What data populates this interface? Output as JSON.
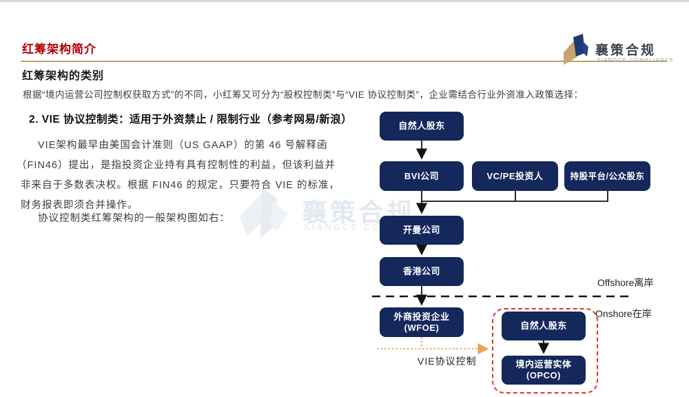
{
  "header": {
    "title": "红筹架构简介",
    "subtitle": "红筹架构的类别",
    "intro": "根据“境内运营公司控制权获取方式”的不同，小红筹又可分为“股权控制类”与“VIE 协议控制类”，企业需结合行业外资准入政策选择："
  },
  "logo": {
    "name": "襄策合规",
    "tagline": "XIANGCE COMPLIANCE"
  },
  "watermark": {
    "name": "襄策合规",
    "tagline": "XIANGCE COMPLIA"
  },
  "section": {
    "heading": "2. VIE 协议控制类：适用于外资禁止 / 限制行业（参考网易/新浪）",
    "lines": [
      "VIE架构最早由美国会计准则（US GAAP）的第 46 号解释函",
      "（FIN46）提出，是指投资企业持有具有控制性的利益，但该利益并",
      "非来自于多数表决权。根据 FIN46 的规定，只要符合 VIE 的标准，",
      "财务报表即须合并操作。",
      "协议控制类红筹架构的一般架构图如右："
    ]
  },
  "diagram": {
    "nodes": [
      {
        "id": "natural-person-shareholder-top",
        "label": "自然人股东",
        "sublabel": ""
      },
      {
        "id": "bvi-company",
        "label": "BVI公司",
        "sublabel": ""
      },
      {
        "id": "vc-pe-investors",
        "label": "VC/PE投资人",
        "sublabel": ""
      },
      {
        "id": "holding-platform-public-shareholders",
        "label": "持股平台/公众股东",
        "sublabel": ""
      },
      {
        "id": "cayman-company",
        "label": "开曼公司",
        "sublabel": ""
      },
      {
        "id": "hongkong-company",
        "label": "香港公司",
        "sublabel": ""
      },
      {
        "id": "wfoe",
        "label": "外商投资企业",
        "sublabel": "(WFOE)"
      },
      {
        "id": "natural-person-shareholder-onshore",
        "label": "自然人股东",
        "sublabel": ""
      },
      {
        "id": "opco",
        "label": "境内运营实体",
        "sublabel": "(OPCO)"
      }
    ],
    "offshore_label": "Offshore离岸",
    "onshore_label": "Onshore在岸",
    "vie_label": "VIE协议控制"
  },
  "colors": {
    "node_navy": "#14285c",
    "title_red": "#b30000",
    "rule_gold": "#bf9e66",
    "vie_frame_red": "#e63226",
    "vie_arrow_orange": "#efa058",
    "top_border_gray": "#d8d8d8"
  }
}
